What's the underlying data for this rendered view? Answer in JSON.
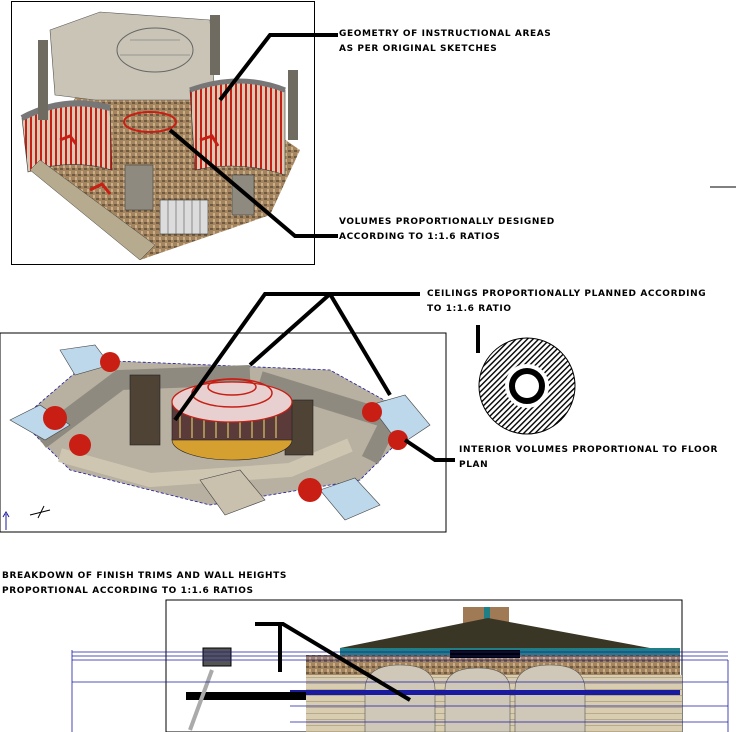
{
  "annotations": {
    "geometry": [
      "GEOMETRY OF INSTRUCTIONAL AREAS",
      "AS PER ORIGINAL SKETCHES"
    ],
    "volumes": [
      "VOLUMES PROPORTIONALLY DESIGNED",
      "ACCORDING TO 1:1.6 RATIOS"
    ],
    "ceilings": [
      "CEILINGS PROPORTIONALLY PLANNED ACCORDING",
      "TO 1:1.6 RATIO"
    ],
    "interior": [
      "INTERIOR VOLUMES PROPORTIONAL TO FLOOR",
      "PLAN"
    ],
    "breakdown": [
      "BREAKDOWN OF FINISH TRIMS AND WALL HEIGHTS",
      "PROPORTIONAL ACCORDING TO 1:1.6  RATIOS"
    ]
  },
  "colors": {
    "wall_red": "#c81e14",
    "wall_grey": "#8e8a80",
    "floor_rubble": "#9a7a55",
    "roof_dark": "#3a3626",
    "teal_trim": "#1f7f86",
    "plan_blue": "#1a1aa0",
    "ink": "#000000"
  },
  "icons": [
    "axis-gizmo-icon",
    "hatched-ring-icon"
  ]
}
